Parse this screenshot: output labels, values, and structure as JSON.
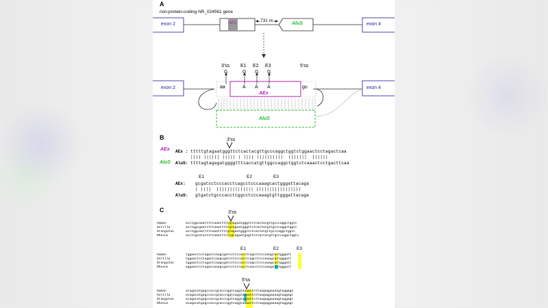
{
  "panel_a": {
    "letter": "A",
    "gene_label": "non-protein-coding NR_024561 gene",
    "exon2": "exon 2",
    "exon4": "exon 4",
    "aex": "AEx",
    "alus": "AluS",
    "distance": "731 nt",
    "ss3": "3'ss",
    "ss5": "5'ss",
    "e1": "E1",
    "e2": "E2",
    "e3": "E3",
    "g": "G",
    "a": "A",
    "aa": "aa",
    "gu": "gu"
  },
  "panel_b": {
    "letter": "B",
    "ss3": "3'ss",
    "aex_italic": "AEx",
    "alus_italic": "AluS",
    "row1": {
      "aex_label": "AEx :",
      "aex_seq": "tttttgtagaatgggttctcactacgttgcccaggctggtctggaactcctagactcaa",
      "match": "|||| |||||| ||||| | |||| ||||||||||  |||||||  ||||||",
      "alus_label": "AluS:",
      "alus_seq": "ttttagtagagatggggtttcaccatgttggccaggctggtctcaaactcctgacttcaa"
    },
    "e1": "E1",
    "e2": "E2",
    "e3": "E3",
    "row2": {
      "aex_label": "AEx:",
      "aex_seq": "gcgatcctcccacctcagcctcccaaagcactgggattacaga",
      "match": "| ||||  |||||||||||||| |||||||||||||||||",
      "alus_label": "AluS:",
      "alus_seq": "gtgatctgcccacctcggcctcccaaagtgttgggattacaga"
    }
  },
  "panel_c": {
    "letter": "C",
    "ss3": "3'ss",
    "ss5": "5'ss",
    "e1": "E1",
    "e2": "E2",
    "e3": "E3",
    "species": [
      "Human",
      "Gorilla",
      "Orangutan",
      "Rhesus"
    ],
    "block1": [
      "acctggcaaatttttaaatttttgtagaatgggttctcactacgttgcccaggctggtc",
      "acctggcgaatttttaaatttttgtagaatgggttctcactatgttgcccaggctggtc",
      "acctggcaatttttaaatttttgtagaatgggttctcactatgttgcccaggctggtc",
      "accttgcatacttttaaatttcttgtagaatgagttctcactatgttgcccaggctggtc"
    ],
    "block2": [
      "tggaactcctagactcaagcgatcctcccacctcagcctcccaaagcactgggatt",
      "tggaactcctagactcaagcgatcctcccacctcagcctcccaaagcactgggatt",
      "tggaactcctagactcaagcgatcctcccacctcagcctcccaaagcactgggatt",
      "aggaactcctagaccaaagcgatcctcccacctcaacctcccaaagcactgggatt"
    ],
    "block3": [
      "acagacatgagccaccgcacccggtcaggtaaaattcttaagaggaaaagtaggaga",
      "acagacatgagccaccgcacccggtcaggtaaaattcttaagaggaaaagtaggagc",
      "acagacatgagccaccgcacccgatcaggtaaaattcttaagaggaaaagtaggagc",
      "acagacatgagccaccgcacccggtcaggtaaaattcttaagaggaaaagtaggagc"
    ]
  },
  "colors": {
    "exon_border": "#3333aa",
    "exon_text": "#1a1aa0",
    "aex": "#b01fb0",
    "alus": "#22bb22",
    "highlight_yellow": "#ffff33",
    "highlight_cyan": "#33cccc"
  }
}
